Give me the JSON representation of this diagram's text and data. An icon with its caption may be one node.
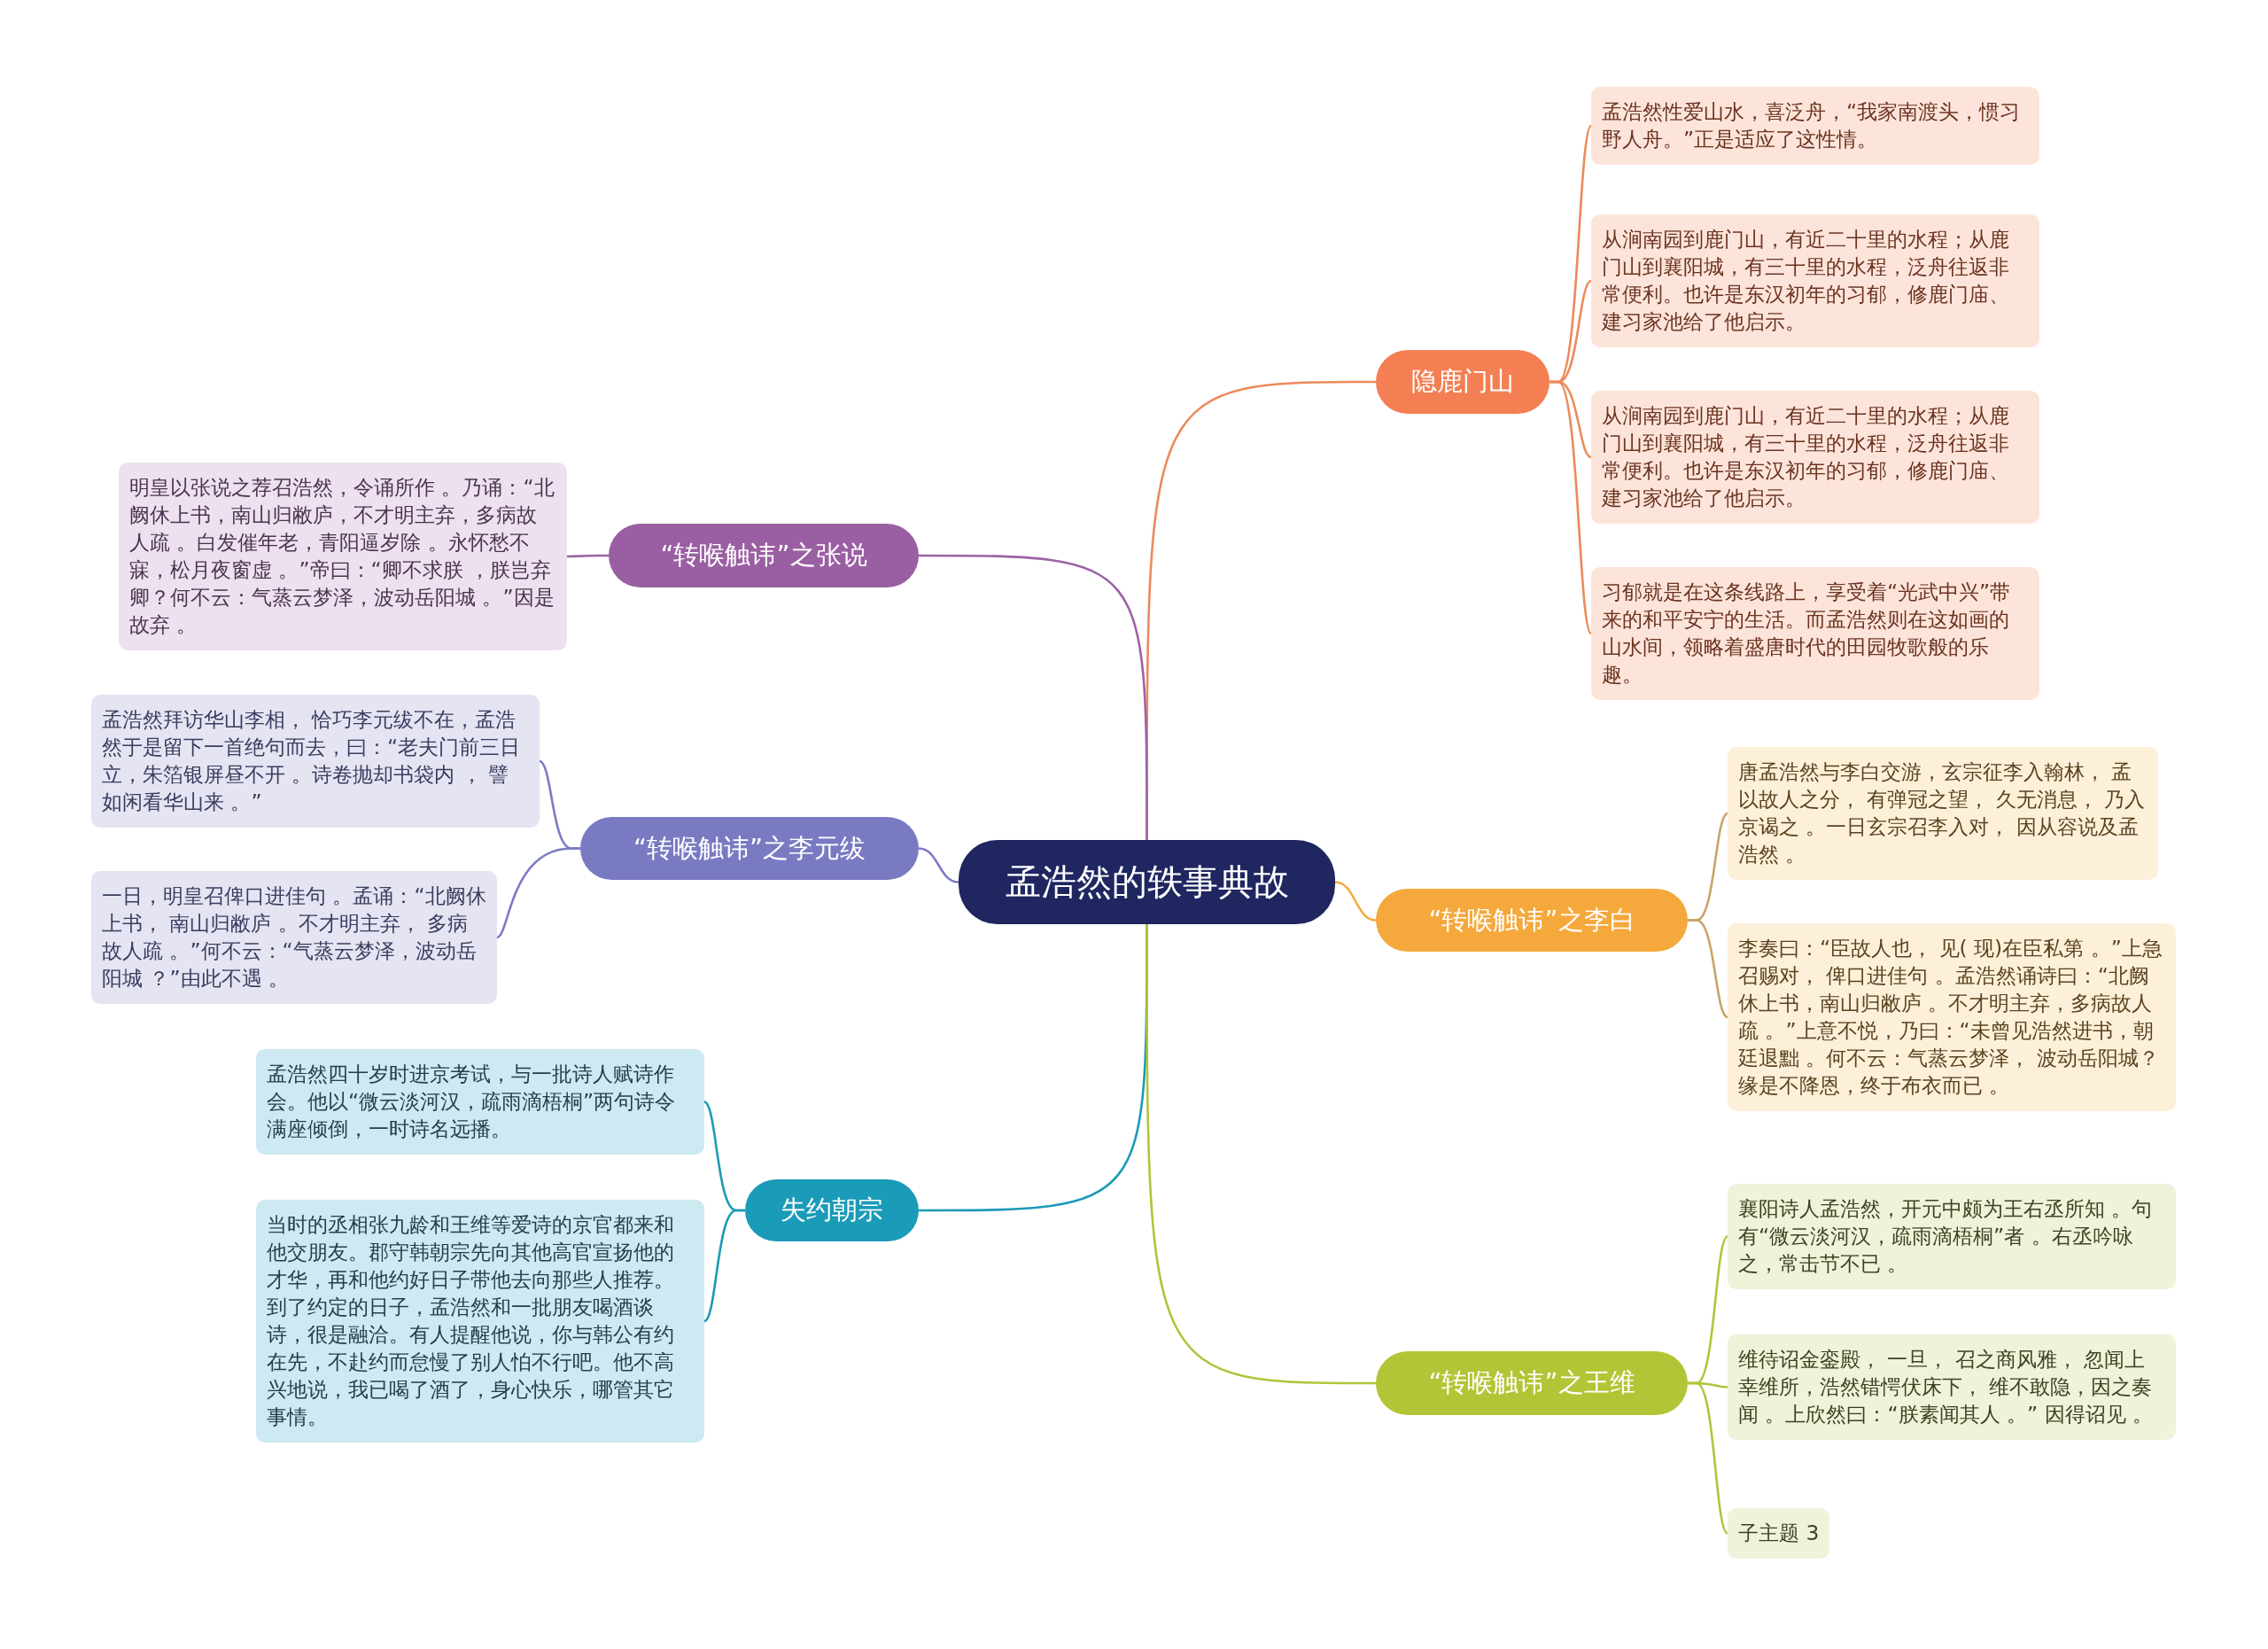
{
  "diagram": {
    "nodes": [
      {
        "text": [
          "孟浩然的轶事典故"
        ]
      },
      {
        "text": [
          "隐鹿门山"
        ]
      },
      {
        "text": [
          "孟浩然性爱山水，喜泛舟，“我家南渡头，惯习野人舟。”正是适应了这性情。"
        ]
      },
      {
        "text": [
          "从涧南园到鹿门山，有近二十里的水程；从鹿门山到襄阳城，有三十里的水程，泛舟往返非常便利。也许是东汉初年的习郁，修鹿门庙、建习家池给了他启示。"
        ]
      },
      {
        "text": [
          "从涧南园到鹿门山，有近二十里的水程；从鹿门山到襄阳城，有三十里的水程，泛舟往返非常便利。也许是东汉初年的习郁，修鹿门庙、建习家池给了他启示。"
        ]
      },
      {
        "text": [
          "习郁就是在这条线路上，享受着“光武中兴”带来的和平安宁的生活。而孟浩然则在这如画的山水间，领略着盛唐时代的田园牧歌般的乐趣。"
        ]
      },
      {
        "text": [
          "“转喉触讳”之张说"
        ]
      },
      {
        "text": [
          "明皇以张说之荐召浩然，令诵所作 。乃诵：“北阙休上书，南山归敝庐，不才明主弃，多病故人疏 。白发催年老，青阳逼岁除 。永怀愁不寐，松月夜窗虚 。”帝曰：“卿不求朕 ，朕岂弃卿？何不云：气蒸云梦泽，波动岳阳城 。”因是故弃 。"
        ]
      },
      {
        "text": [
          "“转喉触讳”之李元绂"
        ]
      },
      {
        "text": [
          "孟浩然拜访华山李相， 恰巧李元绂不在，孟浩然于是留下一首绝句而去，曰：“老夫门前三日立，朱箔银屏昼不开 。诗卷抛却书袋内 ， 譬如闲看华山来 。”"
        ]
      },
      {
        "text": [
          "一日，明皇召俾口进佳句 。孟诵：“北阙休上书， 南山归敝庐 。不才明主弃， 多病故人疏 。”何不云：“气蒸云梦泽，波动岳阳城 ？”由此不遇 。"
        ]
      },
      {
        "text": [
          "失约朝宗"
        ]
      },
      {
        "text": [
          "孟浩然四十岁时进京考试，与一批诗人赋诗作会。他以“微云淡河汉，疏雨滴梧桐”两句诗令满座倾倒，一时诗名远播。"
        ]
      },
      {
        "text": [
          "当时的丞相张九龄和王维等爱诗的京官都来和他交朋友。郡守韩朝宗先向其他高官宣扬他的才华，再和他约好日子带他去向那些人推荐。到了约定的日子，孟浩然和一批朋友喝酒谈诗，很是融洽。有人提醒他说，你与韩公有约在先，不赴约而怠慢了别人怕不行吧。他不高兴地说，我已喝了酒了，身心快乐，哪管其它事情。"
        ]
      },
      {
        "text": [
          "“转喉触讳”之李白"
        ]
      },
      {
        "text": [
          "唐孟浩然与李白交游，玄宗征李入翰林， 孟以故人之分， 有弹冠之望， 久无消息， 乃入京谒之 。一日玄宗召李入对， 因从容说及孟浩然 。"
        ]
      },
      {
        "text": [
          "李奏曰：“臣故人也， 见( 现)在臣私第 。”上急召赐对， 俾口进佳句 。孟浩然诵诗曰：“北阙休上书，南山归敝庐 。不才明主弃，多病故人疏 。”上意不悦，乃曰：“未曾见浩然进书，朝廷退黜 。何不云：气蒸云梦泽， 波动岳阳城？缘是不降恩，终于布衣而已 。"
        ]
      },
      {
        "text": [
          "“转喉触讳”之王维"
        ]
      },
      {
        "text": [
          "襄阳诗人孟浩然，开元中颇为王右丞所知 。句有“微云淡河汉，疏雨滴梧桐”者 。右丞吟咏之，常击节不已 。"
        ]
      },
      {
        "text": [
          "维待诏金銮殿， 一旦， 召之商风雅， 忽闻上幸维所，浩然错愕伏床下， 维不敢隐，因之奏闻 。上欣然曰：“朕素闻其人 。” 因得诏见 。"
        ]
      },
      {
        "text": [
          "子主题 3"
        ]
      }
    ],
    "edges": [
      {
        "from": 0,
        "to": 1,
        "arrow": "none",
        "color": "#ec8a5c"
      },
      {
        "from": 0,
        "to": 6,
        "arrow": "none",
        "color": "#9b64a4"
      },
      {
        "from": 0,
        "to": 8,
        "arrow": "none",
        "color": "#7b7cc4"
      },
      {
        "from": 0,
        "to": 11,
        "arrow": "none",
        "color": "#1c9ab6"
      },
      {
        "from": 0,
        "to": 14,
        "arrow": "none",
        "color": "#f5ab3e"
      },
      {
        "from": 0,
        "to": 17,
        "arrow": "none",
        "color": "#b2c43a"
      },
      {
        "from": 1,
        "to": 2,
        "arrow": "none",
        "color": "#ec8a5c"
      },
      {
        "from": 1,
        "to": 3,
        "arrow": "none",
        "color": "#ec8a5c"
      },
      {
        "from": 1,
        "to": 4,
        "arrow": "none",
        "color": "#ec8a5c"
      },
      {
        "from": 1,
        "to": 5,
        "arrow": "none",
        "color": "#ec8a5c"
      },
      {
        "from": 6,
        "to": 7,
        "arrow": "none",
        "color": "#9b64a4"
      },
      {
        "from": 8,
        "to": 9,
        "arrow": "none",
        "color": "#7b7cc4"
      },
      {
        "from": 8,
        "to": 10,
        "arrow": "none",
        "color": "#7b7cc4"
      },
      {
        "from": 11,
        "to": 12,
        "arrow": "none",
        "color": "#1c9ab6"
      },
      {
        "from": 11,
        "to": 13,
        "arrow": "none",
        "color": "#1c9ab6"
      },
      {
        "from": 14,
        "to": 15,
        "arrow": "none",
        "color": "#c9a466"
      },
      {
        "from": 14,
        "to": 16,
        "arrow": "none",
        "color": "#c9a466"
      },
      {
        "from": 17,
        "to": 18,
        "arrow": "none",
        "color": "#b2c43a"
      },
      {
        "from": 17,
        "to": 19,
        "arrow": "none",
        "color": "#b2c43a"
      },
      {
        "from": 17,
        "to": 20,
        "arrow": "none",
        "color": "#b2c43a"
      }
    ]
  }
}
